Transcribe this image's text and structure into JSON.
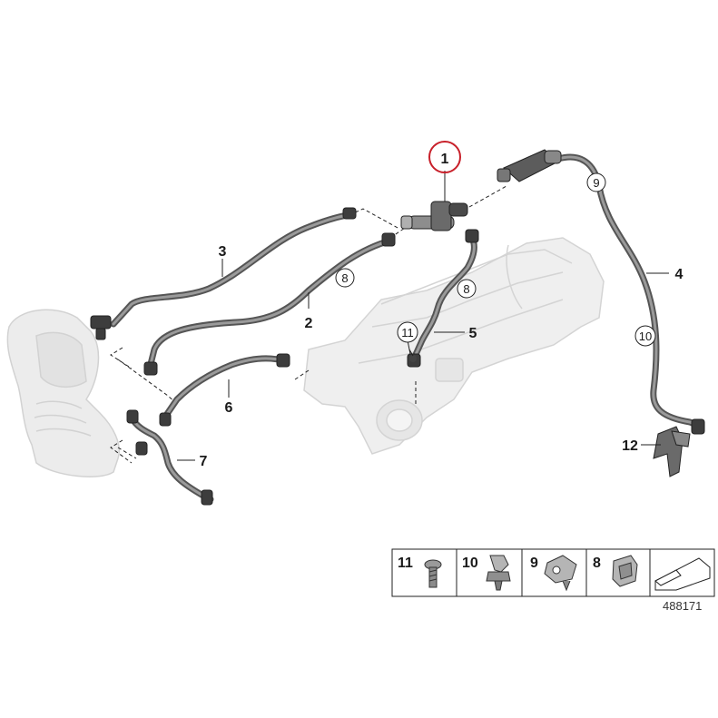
{
  "highlight_color": "#c8202a",
  "ghost_color": "#e6e6e6",
  "hose_color": "#6f6f6f",
  "callouts": {
    "c1": "1",
    "c2": "2",
    "c3": "3",
    "c4": "4",
    "c5": "5",
    "c6": "6",
    "c7": "7",
    "c12": "12"
  },
  "clip_refs": {
    "r8a": "8",
    "r8b": "8",
    "r9": "9",
    "r10": "10",
    "r11": "11"
  },
  "legend": {
    "items": [
      {
        "num": "11",
        "icon": "screw-icon"
      },
      {
        "num": "10",
        "icon": "clip-10-icon"
      },
      {
        "num": "9",
        "icon": "clip-9-icon"
      },
      {
        "num": "8",
        "icon": "clip-8-icon"
      }
    ]
  },
  "diagram_id": "488171"
}
